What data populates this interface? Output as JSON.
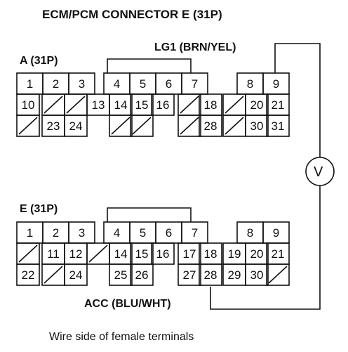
{
  "title": "ECM/PCM CONNECTOR E (31P)",
  "caption": "Wire side of female terminals",
  "connector_a": {
    "label": "A (31P)",
    "rows": [
      [
        "1",
        "2",
        "3",
        "4",
        "5",
        "6",
        "7",
        "",
        "8",
        "9"
      ],
      [
        "10",
        "/",
        "/",
        "13",
        "14",
        "15",
        "16",
        "/",
        "18",
        "/",
        "20",
        "21"
      ],
      [
        "/",
        "23",
        "24",
        "",
        "/",
        "/",
        "",
        "/",
        "28",
        "/",
        "30",
        "31"
      ]
    ]
  },
  "connector_e": {
    "label": "E (31P)",
    "rows": [
      [
        "1",
        "2",
        "3",
        "4",
        "5",
        "6",
        "7",
        "",
        "8",
        "9"
      ],
      [
        "/",
        "11",
        "12",
        "/",
        "14",
        "15",
        "16",
        "17",
        "18",
        "19",
        "20",
        "21"
      ],
      [
        "22",
        "/",
        "24",
        "",
        "25",
        "26",
        "",
        "27",
        "28",
        "29",
        "30",
        "/"
      ]
    ]
  },
  "wire_lg1": "LG1 (BRN/YEL)",
  "wire_acc": "ACC (BLU/WHT)",
  "meter_symbol": "V",
  "colors": {
    "line": "#111111",
    "background": "#ffffff"
  }
}
